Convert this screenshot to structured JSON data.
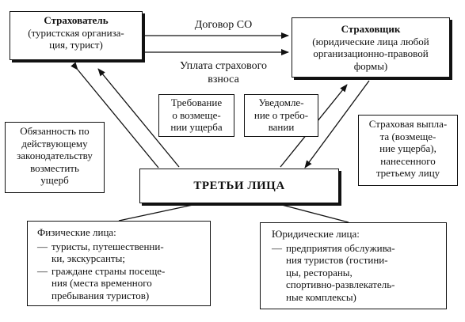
{
  "insurer_holder": {
    "title": "Страхователь",
    "lines": [
      "(туристская организа-",
      "ция, турист)"
    ]
  },
  "insurer": {
    "title": "Страховщик",
    "lines": [
      "(юридические лица любой",
      "организационно-правовой",
      "формы)"
    ]
  },
  "contract_label": "Договор СО",
  "premium_label": [
    "Уплата страхового",
    "взноса"
  ],
  "claim_box": [
    "Требование",
    "о возмеще-",
    "нии ущерба"
  ],
  "notice_box": [
    "Уведомле-",
    "ние о требо-",
    "вании"
  ],
  "obligation_box": [
    "Обязанность по",
    "действующему",
    "законодательству",
    "возместить",
    "ущерб"
  ],
  "payment_box": [
    "Страховая выпла-",
    "та (возмеще-",
    "ние ущерба),",
    "нанесенного",
    "третьему лицу"
  ],
  "third_parties": {
    "title": "ТРЕТЬИ ЛИЦА"
  },
  "individuals": {
    "title": "Физические лица:",
    "items": [
      [
        "туристы, путешественни-",
        "ки, экскурсанты;"
      ],
      [
        "граждане страны посеще-",
        "ния (места временного",
        "пребывания туристов)"
      ]
    ]
  },
  "legal_entities": {
    "title": "Юридические лица:",
    "items": [
      [
        "предприятия обслужива-",
        "ния туристов (гостини-",
        "цы, рестораны,",
        "спортивно-развлекатель-",
        "ные комплексы)"
      ]
    ]
  }
}
